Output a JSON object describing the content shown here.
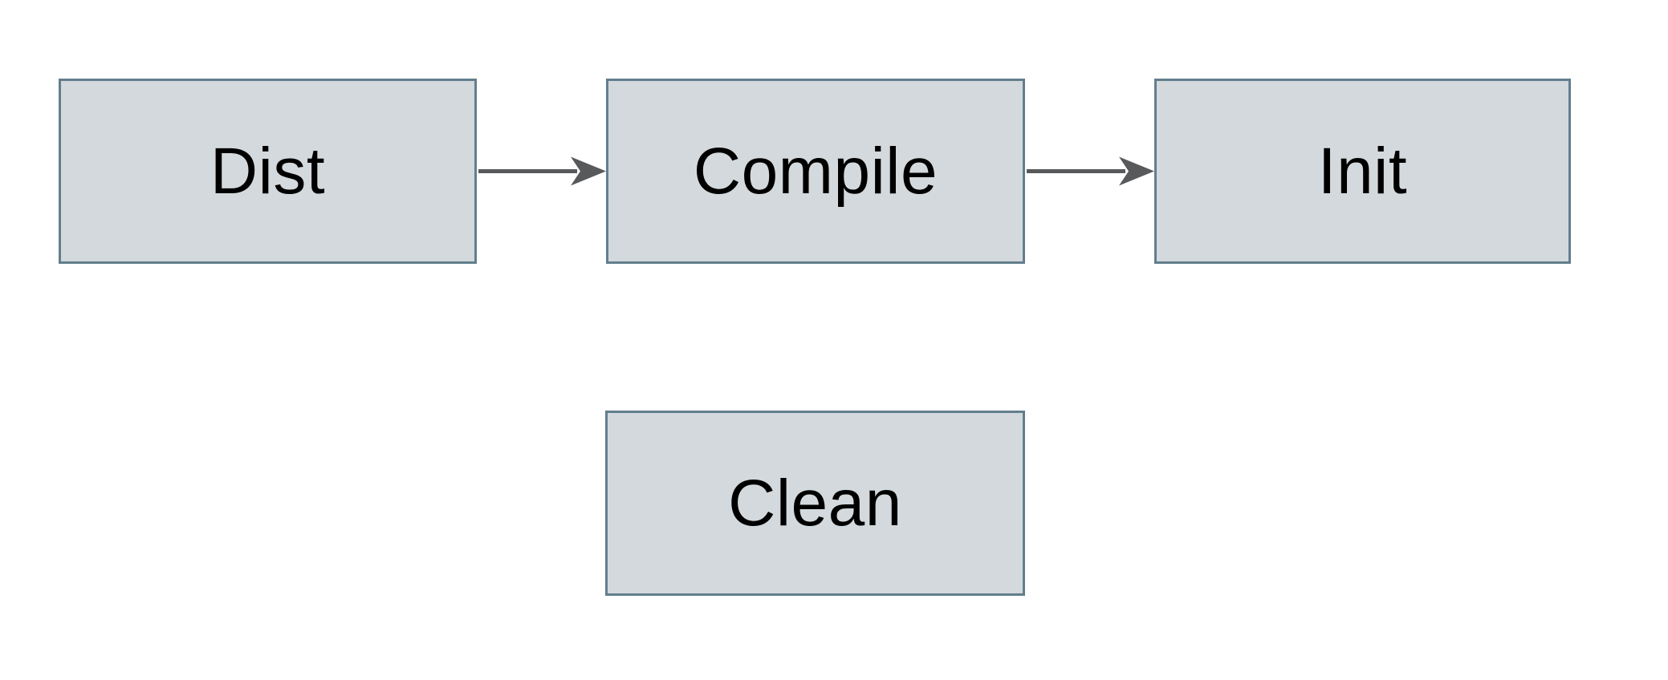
{
  "diagram": {
    "type": "flowchart",
    "style": {
      "background": "#ffffff",
      "node_fill": "#d3d9dc",
      "node_border": "#627e8d",
      "arrow_color": "#58595b",
      "label_color": "#000000"
    },
    "nodes": [
      {
        "id": "dist",
        "label": "Dist"
      },
      {
        "id": "compile",
        "label": "Compile"
      },
      {
        "id": "init",
        "label": "Init"
      },
      {
        "id": "clean",
        "label": "Clean"
      }
    ],
    "edges": [
      {
        "from": "dist",
        "to": "compile"
      },
      {
        "from": "compile",
        "to": "init"
      }
    ]
  }
}
